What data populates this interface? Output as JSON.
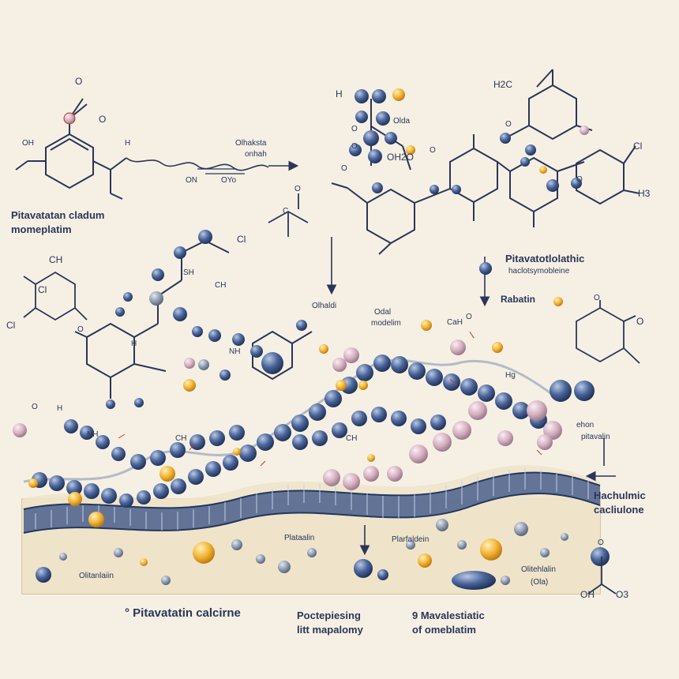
{
  "labels": {
    "l01": "O",
    "l02": "O",
    "l03": "OH",
    "l04": "H",
    "l05": "Olhaksta",
    "l06": "onhah",
    "l07": "ON",
    "l08": "OYo",
    "l09": "Pitavatatan cladum",
    "l10": "momeplatim",
    "l11": "H",
    "l12": "H2C",
    "l13": "O",
    "l14": "O",
    "l15": "Olda",
    "l16": "OH2O",
    "l17": "O",
    "l18": "O",
    "l19": "O",
    "l20": "Cl",
    "l21": "H3",
    "l22": "O",
    "l23": "Pitavatotlolathic",
    "l24": "haclotsymobleine",
    "l25": "CH",
    "l26": "Cl",
    "l27": "Cl",
    "l28": "Cl",
    "l29": "H",
    "l30": "O",
    "l31": "C",
    "l32": "O",
    "l33": "SH",
    "l34": "CH",
    "l35": "Odal",
    "l36": "modelim",
    "l37": "Olhaldi",
    "l38": "NH",
    "l39": "Rabatin",
    "l40": "O",
    "l41": "CaH",
    "l42": "Hg",
    "l43": "O",
    "l44": "O",
    "l45": "H",
    "l46": "NH",
    "l47": "CH",
    "l48": "O",
    "l49": "CH",
    "l50": "pitavalin",
    "l51": "ehon",
    "l52": "Hachulmic",
    "l53": "cacliulone",
    "l54": "Plataalin",
    "l55": "Plarfaldein",
    "l56": "Olitanlaiin",
    "l57": "Olitehlalin",
    "l58": "(Ola)",
    "l59": "O",
    "l60": "OH",
    "l61": "O3",
    "l62": "° Pitavatatin calcirne",
    "l63": "Poctepiesing",
    "l64": "litt mapalomy",
    "l65": "9 Mavalestiatic",
    "l66": "of omeblatim"
  },
  "colors": {
    "background": "#f6f0e4",
    "ink": "#2a3558",
    "atom_blue": "#3d5a88",
    "atom_gold": "#f2b233",
    "atom_pink": "#d8b4c4",
    "membrane_band": "#4a5f8c",
    "cytoplasm": "#eadfc4"
  }
}
